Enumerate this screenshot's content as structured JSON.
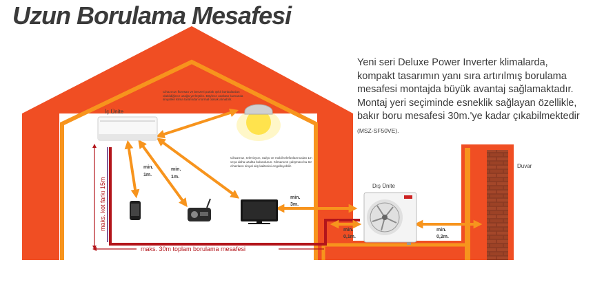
{
  "title": "Uzun Borulama Mesafesi",
  "description": {
    "text": "Yeni seri Deluxe Power Inverter klimalarda, kompakt tasarımın yanı sıra artırılmış borulama mesafesi montajda büyük avantaj sağlamaktadır. Montaj yeri seçiminde esneklik sağlayan özellikle, bakır boru mesafesi 30m.'ye kadar çıkabilmektedir",
    "model": "(MSZ-SF50VE)."
  },
  "labels": {
    "indoor_unit": "İç Ünite",
    "outdoor_unit": "Dış Ünite",
    "wall": "Duvar",
    "vertical_pipe": "maks. kot farkı 15m",
    "horizontal_pipe": "maks. 30m toplam borulama mesafesi"
  },
  "notes": {
    "lamp": "Cihazınızı floresan ve benzeri parlak ışıklı lambalardan olabildiğince uzağa yerleştirin. Böylece uzaktan kumanda sinyalleri klima tarafından normal olarak alınabilir.",
    "tv": "Cihazınızı, televizyon, radyo ve mobil telefonlarınızdan 1m veya daha uzakta bulundurun. Klimanızın çalışması bu tür cihazların sinyal alış kalitesini engelleyebilir."
  },
  "distances": {
    "phone_1": "min.",
    "phone_2": "1m.",
    "radio_1": "min.",
    "radio_2": "1m.",
    "tv_1": "min.",
    "tv_2": "3m.",
    "outdoor_1": "min.",
    "outdoor_2": "0,1m.",
    "wall_1": "min.",
    "wall_2": "0,2m."
  },
  "colors": {
    "house_outer": "#f04e23",
    "house_inner": "#f7941d",
    "arrow": "#f7941d",
    "pipe": "#b3151b",
    "brick": "#8b3a22",
    "text": "#3a3a3a"
  },
  "icons": [
    "indoor-unit-icon",
    "ceiling-lamp-icon",
    "mobile-phone-icon",
    "radio-icon",
    "television-icon",
    "outdoor-unit-icon",
    "brick-wall-icon"
  ]
}
